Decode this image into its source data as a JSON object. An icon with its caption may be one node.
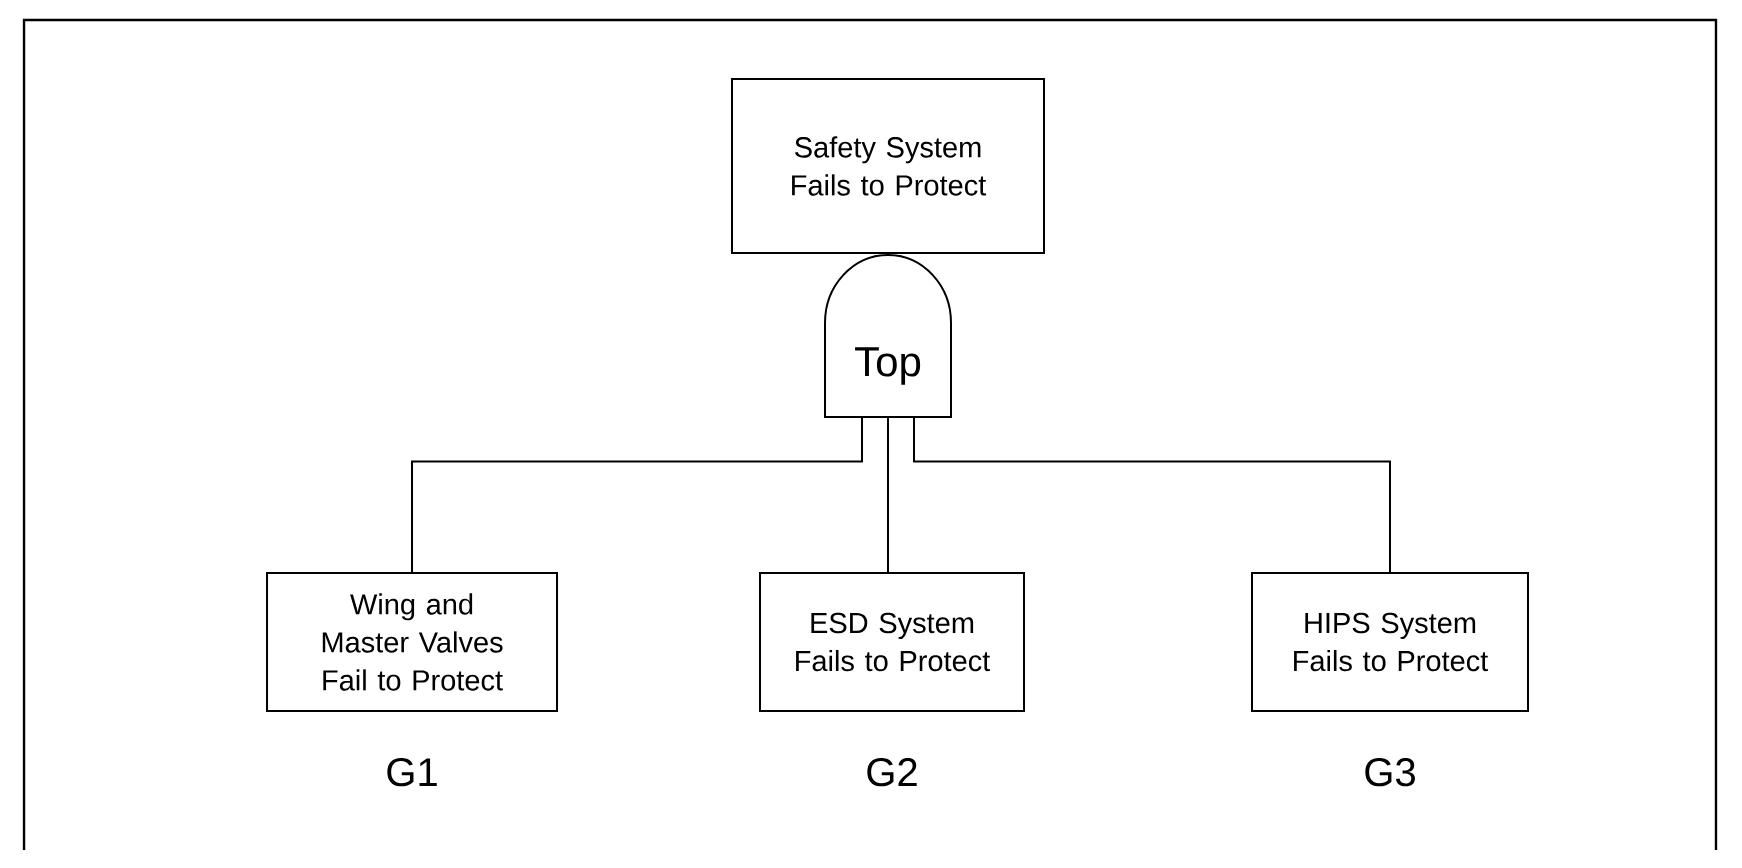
{
  "diagram": {
    "nodes": [
      {
        "text": [
          "Safety System Fails to Protect"
        ]
      },
      {
        "text": [
          "Top"
        ]
      },
      {
        "text": [
          "Wing and Master Valves Fail to Protect"
        ],
        "beside": [
          "G1"
        ]
      },
      {
        "text": [
          "ESD System Fails to Protect"
        ],
        "beside": [
          "G2"
        ]
      },
      {
        "text": [
          "HIPS System Fails to Protect"
        ],
        "beside": [
          "G3"
        ]
      }
    ],
    "edges": [
      {
        "from": 1,
        "to": 2,
        "arrow": "none"
      },
      {
        "from": 1,
        "to": 3,
        "arrow": "none"
      },
      {
        "from": 1,
        "to": 4,
        "arrow": "none"
      }
    ]
  }
}
